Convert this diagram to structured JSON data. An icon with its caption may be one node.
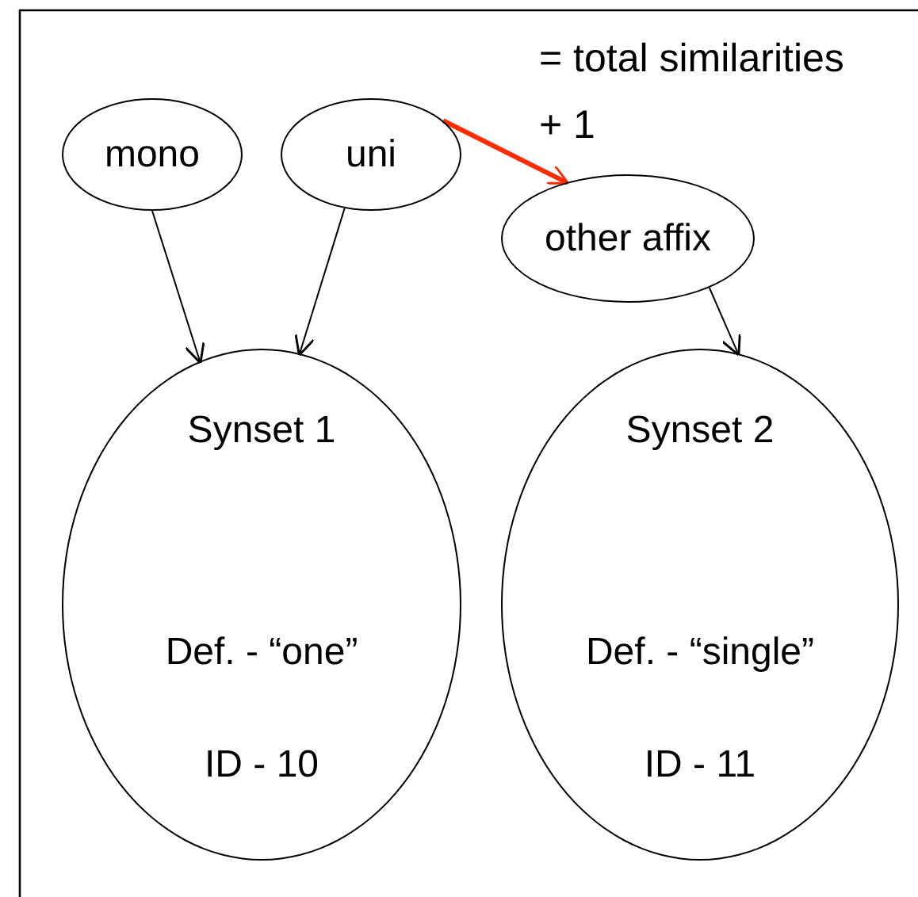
{
  "diagram": {
    "nodes": [
      {
        "text": [
          "mono"
        ]
      },
      {
        "text": [
          "uni"
        ]
      },
      {
        "text": [
          "other affix"
        ]
      },
      {
        "text": [
          "Synset 1",
          "Def. - “one”",
          "ID - 10"
        ]
      },
      {
        "text": [
          "Synset 2",
          "Def. - “single”",
          "ID - 11"
        ]
      }
    ],
    "edges": [
      {
        "from": 0,
        "to": 3,
        "arrow": "to"
      },
      {
        "from": 1,
        "to": 3,
        "arrow": "to"
      },
      {
        "from": 2,
        "to": 4,
        "arrow": "to"
      },
      {
        "from": 1,
        "to": 2,
        "arrow": "to",
        "style": "thick",
        "color": "#ff2a00"
      }
    ],
    "labels": [
      "= total similarities + 1"
    ]
  }
}
